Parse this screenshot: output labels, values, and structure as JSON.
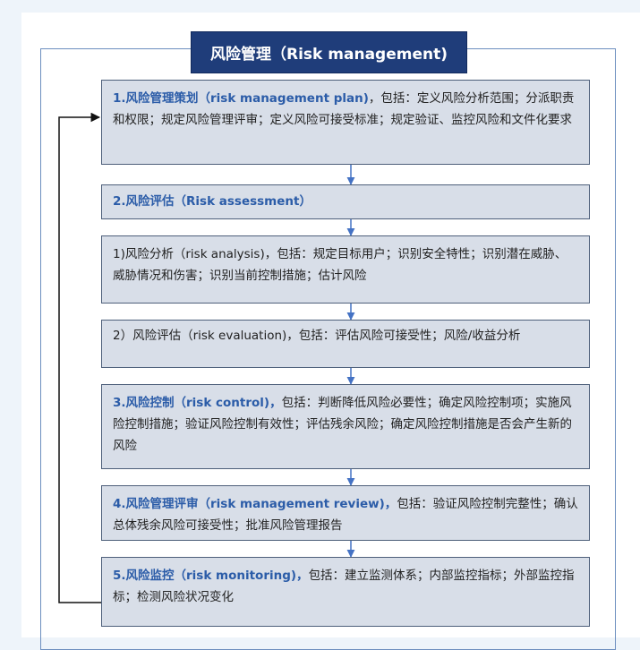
{
  "title": "风险管理（Risk management)",
  "steps": [
    {
      "lead": "1.风险管理策划（risk management plan)",
      "body": "，包括：定义风险分析范围；分派职责和权限；规定风险管理评审；定义风险可接受标准；规定验证、监控风险和文件化要求"
    },
    {
      "lead": "2.风险评估（Risk assessment）",
      "body": ""
    },
    {
      "lead": "",
      "body": "1)风险分析（risk analysis)，包括：规定目标用户；识别安全特性；识别潜在威胁、威胁情况和伤害；识别当前控制措施；估计风险"
    },
    {
      "lead": "",
      "body": "2）风险评估（risk evaluation)，包括：评估风险可接受性；风险/收益分析"
    },
    {
      "lead": "3.风险控制（risk control)，",
      "body": "包括：判断降低风险必要性；确定风险控制项；实施风险控制措施；验证风险控制有效性；评估残余风险；确定风险控制措施是否会产生新的风险"
    },
    {
      "lead": "4.风险管理评审（risk management review)，",
      "body": "包括：验证风险控制完整性；确认总体残余风险可接受性；批准风险管理报告"
    },
    {
      "lead": "5.风险监控（risk monitoring)，",
      "body": "包括：建立监测体系；内部监控指标；外部监控指标；检测风险状况变化"
    }
  ],
  "colors": {
    "title_bg": "#1f3d7a",
    "box_bg": "#d8dee8",
    "lead_text": "#2b5ca8",
    "arrow": "#4472c4"
  }
}
